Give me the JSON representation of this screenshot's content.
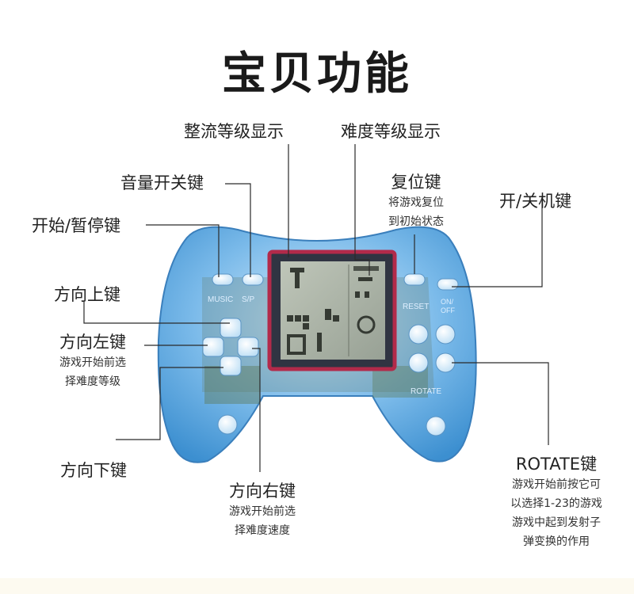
{
  "title": "宝贝功能",
  "device": {
    "music_label": "MUSIC",
    "sp_label": "S/P",
    "reset_label": "RESET",
    "on_label": "ON/",
    "off_label": "OFF",
    "rotate_label": "ROTATE"
  },
  "labels": {
    "score_level": "整流等级显示",
    "difficulty_level": "难度等级显示",
    "reset": {
      "title": "复位键",
      "lines": [
        "将游戏复位",
        "到初始状态"
      ]
    },
    "volume": "音量开关键",
    "power": "开/关机键",
    "start_pause": "开始/暂停键",
    "up": "方向上键",
    "left": {
      "title": "方向左键",
      "lines": [
        "游戏开始前选",
        "择难度等级"
      ]
    },
    "down": "方向下键",
    "right": {
      "title": "方向右键",
      "lines": [
        "游戏开始前选",
        "择难度速度"
      ]
    },
    "rotate": {
      "title": "ROTATE键",
      "lines": [
        "游戏开始前按它可",
        "以选择1-23的游戏",
        "游戏中起到发射子",
        "弹变换的作用"
      ]
    }
  },
  "colors": {
    "shell": "#5aa6e0",
    "shell_light": "#a7d3f2",
    "frame": "#b22a4a",
    "lcd": "#aeb6a8",
    "line": "#2a2a2a"
  }
}
